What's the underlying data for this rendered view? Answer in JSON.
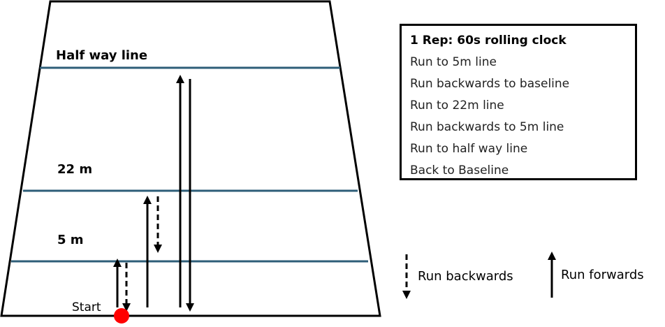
{
  "field": {
    "half_way_label": "Half way line",
    "m22_label": "22 m",
    "m5_label": "5 m",
    "start_label": "Start",
    "line_color": "#2e5e78",
    "start_marker_color": "#ff0000"
  },
  "instructions": {
    "title": "1 Rep: 60s rolling clock",
    "steps": [
      "Run to 5m line",
      "Run backwards to baseline",
      "Run to 22m line",
      "Run backwards to 5m line",
      "Run to half way line",
      "Back to Baseline"
    ]
  },
  "legend": {
    "backwards_label": "Run backwards",
    "forwards_label": "Run forwards"
  }
}
